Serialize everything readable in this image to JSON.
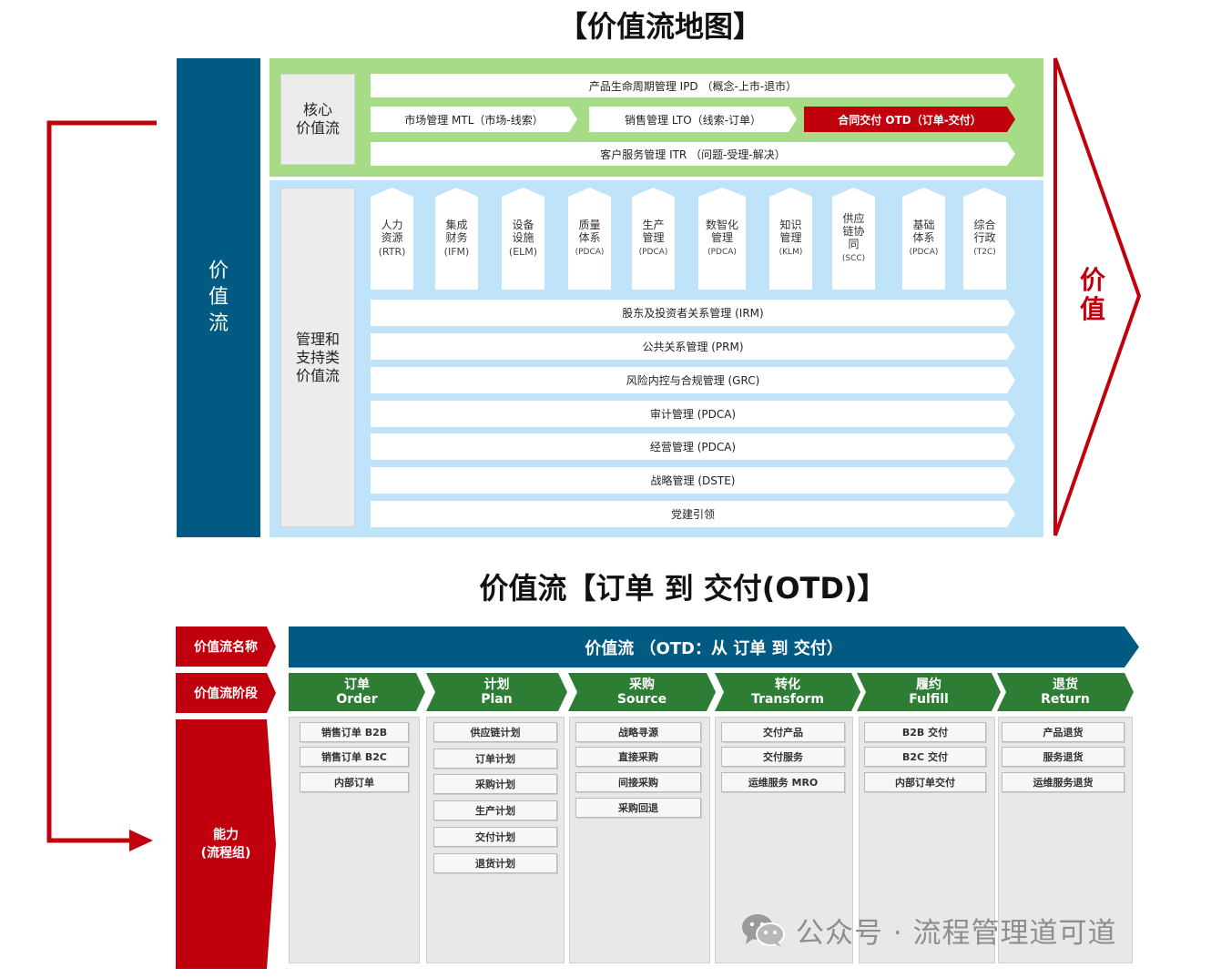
{
  "map_title": "【价值流地图】",
  "left_bar_label": [
    "价",
    "值",
    "流"
  ],
  "value_label": [
    "价",
    "值"
  ],
  "core": {
    "label": [
      "核心",
      "价值流"
    ],
    "ipd": "产品生命周期管理 IPD （概念-上市-退市）",
    "mtl": "市场管理 MTL（市场-线索）",
    "lto": "销售管理 LTO（线索-订单）",
    "otd": "合同交付 OTD（订单-交付）",
    "itr": "客户服务管理 ITR （问题-受理-解决）"
  },
  "support": {
    "label": [
      "管理和",
      "支持类",
      "价值流"
    ],
    "pillars": [
      {
        "lines": [
          "人力",
          "资源"
        ],
        "code": "(RTR)"
      },
      {
        "lines": [
          "集成",
          "财务"
        ],
        "code": "(IFM)"
      },
      {
        "lines": [
          "设备",
          "设施"
        ],
        "code": "(ELM)"
      },
      {
        "lines": [
          "质量",
          "体系"
        ],
        "code": "(PDCA)"
      },
      {
        "lines": [
          "生产",
          "管理"
        ],
        "code": "(PDCA)"
      },
      {
        "lines": [
          "数智化",
          "管理"
        ],
        "code": "(PDCA)"
      },
      {
        "lines": [
          "知识",
          "管理"
        ],
        "code": "(KLM)"
      },
      {
        "lines": [
          "供应",
          "链协",
          "同"
        ],
        "code": "(SCC)"
      },
      {
        "lines": [
          "基础",
          "体系"
        ],
        "code": "(PDCA)"
      },
      {
        "lines": [
          "综合",
          "行政"
        ],
        "code": "(T2C)"
      }
    ],
    "bands": [
      "股东及投资者关系管理 (IRM)",
      "公共关系管理 (PRM)",
      "风险内控与合规管理 (GRC)",
      "审计管理 (PDCA)",
      "经营管理 (PDCA)",
      "战略管理 (DSTE)",
      "党建引领"
    ]
  },
  "otd_title": "价值流【订单 到 交付(OTD)】",
  "row_labels": {
    "name": "价值流名称",
    "stage": "价值流阶段",
    "capability": [
      "能力",
      "(流程组)"
    ]
  },
  "value_stream_name": "价值流 （OTD：从 订单 到 交付）",
  "stages": [
    {
      "cn": "订单",
      "en": "Order",
      "items": [
        "销售订单 B2B",
        "销售订单 B2C",
        "内部订单"
      ]
    },
    {
      "cn": "计划",
      "en": "Plan",
      "items": [
        "供应链计划",
        "订单计划",
        "采购计划",
        "生产计划",
        "交付计划",
        "退货计划"
      ]
    },
    {
      "cn": "采购",
      "en": "Source",
      "items": [
        "战略寻源",
        "直接采购",
        "间接采购",
        "采购回退"
      ]
    },
    {
      "cn": "转化",
      "en": "Transform",
      "items": [
        "交付产品",
        "交付服务",
        "运维服务 MRO"
      ]
    },
    {
      "cn": "履约",
      "en": "Fulfill",
      "items": [
        "B2B 交付",
        "B2C 交付",
        "内部订单交付"
      ]
    },
    {
      "cn": "退货",
      "en": "Return",
      "items": [
        "产品退货",
        "服务退货",
        "运维服务退货"
      ]
    }
  ],
  "watermark": "公众号 · 流程管理道可道",
  "colors": {
    "dark_blue": "#005a82",
    "green_panel": "#a6dc85",
    "blue_panel": "#bfe3f8",
    "red": "#c0000c",
    "stage_green": "#2e7d34"
  }
}
